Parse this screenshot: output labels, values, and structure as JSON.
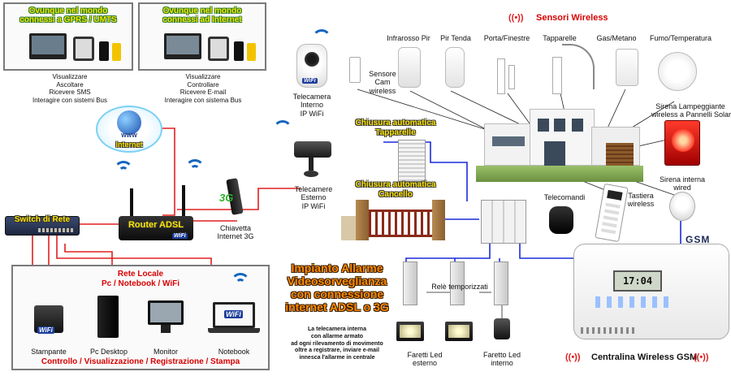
{
  "panels": {
    "gprs": {
      "title_line1": "Ovunque nel mondo",
      "title_line2": "connessi a GPRS / UMTS",
      "caption": [
        "Visualizzare",
        "Ascoltare",
        "Ricevere SMS",
        "Interagire con sistemi Bus"
      ]
    },
    "internet": {
      "title_line1": "Ovunque nel mondo",
      "title_line2": "connessi ad Internet",
      "caption": [
        "Visualizzare",
        "Controllare",
        "Ricevere E-mail",
        "Interagire con sistema Bus"
      ]
    },
    "lan": {
      "title_line1": "Rete Locale",
      "title_line2": "Pc / Notebook / WiFi",
      "devices": [
        "Stampante",
        "Pc Desktop",
        "Monitor",
        "Notebook"
      ],
      "footer": "Controllo / Visualizzazione / Registrazione / Stampa"
    }
  },
  "network": {
    "cloud_label": "Internet",
    "cloud_www": "WWW",
    "switch_label": "Switch di Rete",
    "router_label": "Router ADSL",
    "dongle_badge": "3G",
    "dongle_label_1": "Chiavetta",
    "dongle_label_2": "Internet 3G",
    "wifi_badge": "WiFi"
  },
  "cameras": {
    "internal_1": "Telecamera",
    "internal_2": "Interno",
    "internal_3": "IP WiFi",
    "external_1": "Telecamere",
    "external_2": "Esterno",
    "external_3": "IP WiFi"
  },
  "sensors": {
    "header": "Sensori Wireless",
    "cam_sensor_1": "Sensore",
    "cam_sensor_2": "Cam",
    "cam_sensor_3": "wireless",
    "items": [
      "Infrarosso Pir",
      "Pir Tenda",
      "Porta/Finestre",
      "Tapparelle",
      "Gas/Metano",
      "Fumo/Temperatura"
    ]
  },
  "automation": {
    "shutter_1": "Chiusura automatica",
    "shutter_2": "Tapparelle",
    "gate_1": "Chiusura automatica",
    "gate_2": "Cancello"
  },
  "alarm": {
    "siren_solar_1": "Sirena Lampeggiante",
    "siren_solar_2": "wireless a Pannelli Solari",
    "siren_inner_1": "Sirena interna",
    "siren_inner_2": "wired",
    "remotes": "Telecomandi",
    "keypad_1": "Tastiera",
    "keypad_2": "wireless",
    "gsm_badge": "GSM",
    "clock": "17:04",
    "central_label": "Centralina Wireless GSM"
  },
  "relays": {
    "label": "Relè temporizzati",
    "lamp_ext_1": "Faretti Led",
    "lamp_ext_2": "esterno",
    "lamp_int_1": "Faretto Led",
    "lamp_int_2": "interno"
  },
  "headline": {
    "line1": "Impianto Allarme",
    "line2": "Videosorveglianza",
    "line3": "con connessione",
    "line4": "internet ADSL o 3G",
    "desc": [
      "La telecamera interna",
      "con allarme armato",
      "ad ogni rilevamento di movimento",
      "oltre a registrare, inviare e-mail",
      "innesca l'allarme in centrale"
    ]
  },
  "colors": {
    "red_line": "#e02020",
    "blue_line": "#1a2bd8",
    "panel_border": "#7a7a7a",
    "wifi_blue": "#1565c0"
  }
}
